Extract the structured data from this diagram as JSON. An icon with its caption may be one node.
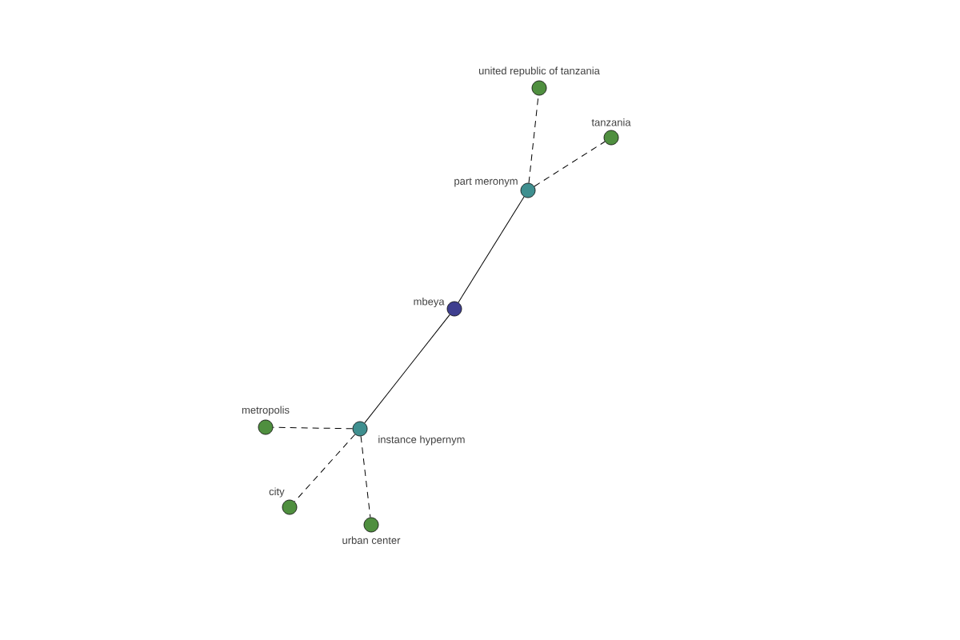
{
  "diagram": {
    "nodes": [
      {
        "text": [
          "united republic of tanzania"
        ]
      },
      {
        "text": [
          "tanzania"
        ]
      },
      {
        "text": [
          "part meronym"
        ]
      },
      {
        "text": [
          "mbeya"
        ]
      },
      {
        "text": [
          "metropolis"
        ]
      },
      {
        "text": [
          "instance hypernym"
        ]
      },
      {
        "text": [
          "city"
        ]
      },
      {
        "text": [
          "urban center"
        ]
      }
    ],
    "edges": [
      {
        "from": 2,
        "to": 0,
        "arrow": "none",
        "style": "dashed"
      },
      {
        "from": 2,
        "to": 1,
        "arrow": "none",
        "style": "dashed"
      },
      {
        "from": 3,
        "to": 2,
        "arrow": "none"
      },
      {
        "from": 3,
        "to": 5,
        "arrow": "none"
      },
      {
        "from": 5,
        "to": 4,
        "arrow": "none",
        "style": "dashed"
      },
      {
        "from": 5,
        "to": 6,
        "arrow": "none",
        "style": "dashed"
      },
      {
        "from": 5,
        "to": 7,
        "arrow": "none",
        "style": "dashed"
      }
    ]
  }
}
